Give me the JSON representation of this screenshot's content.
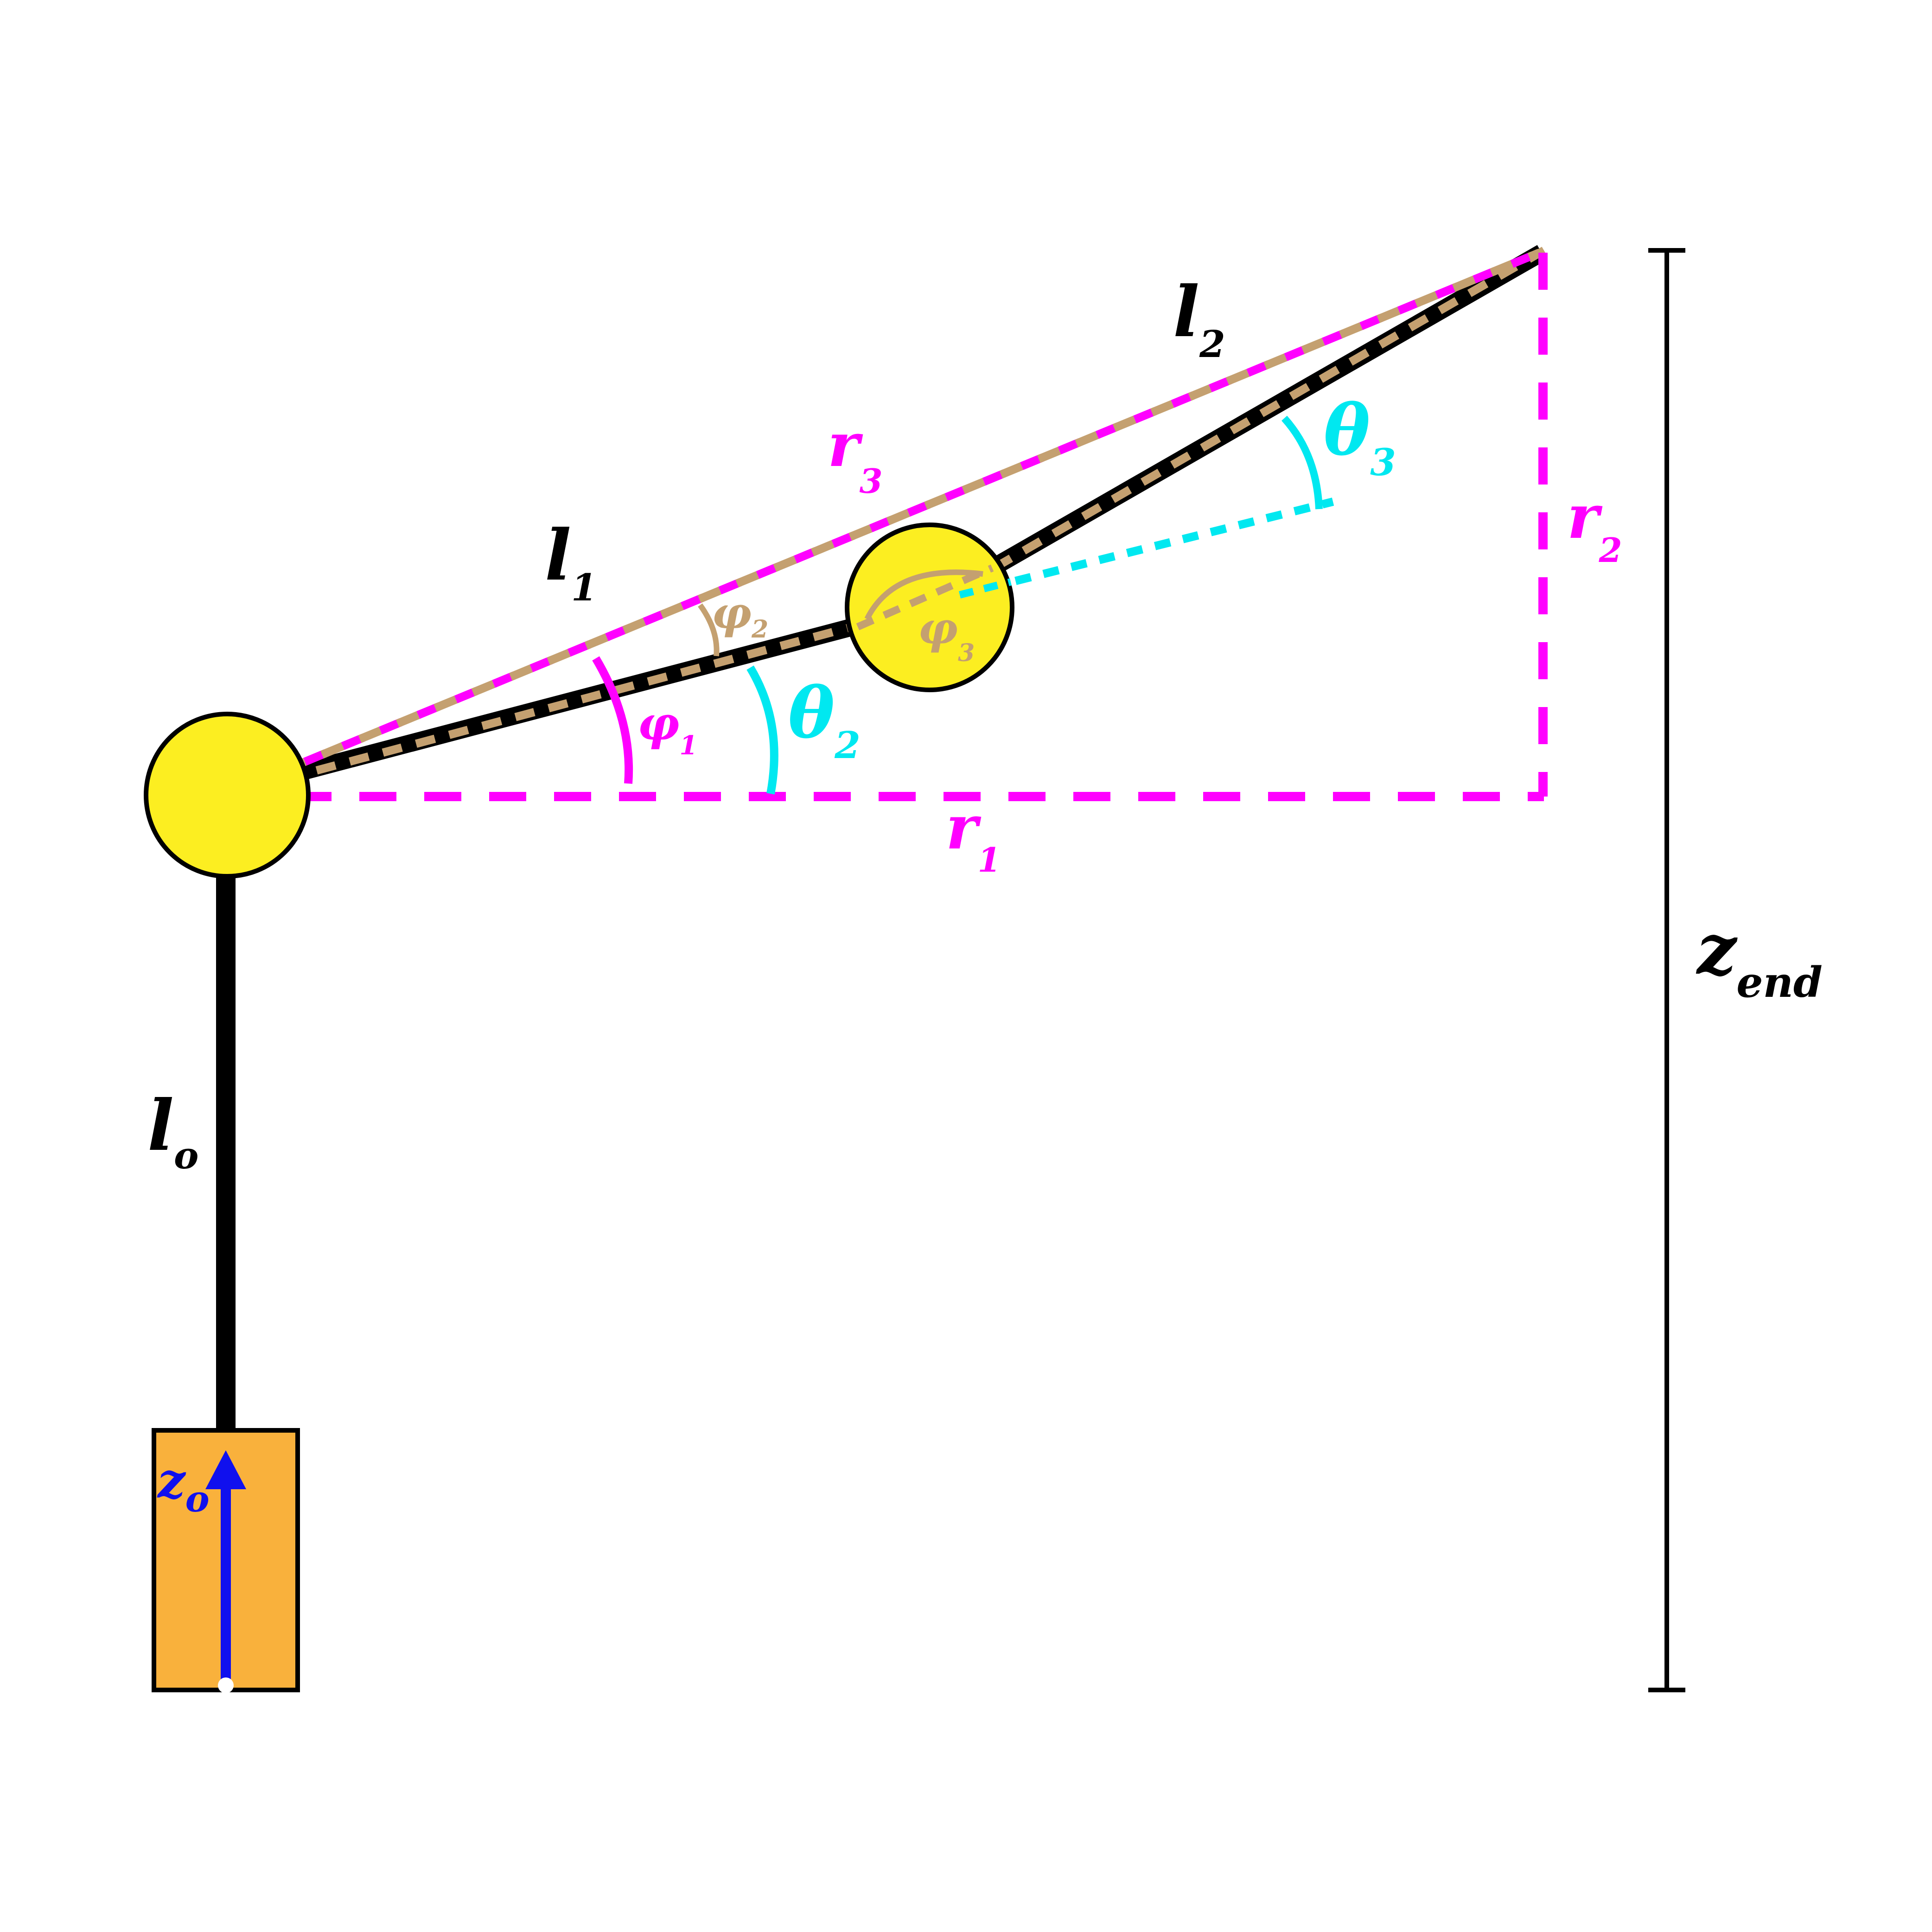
{
  "colors": {
    "link": "#000000",
    "joint_fill": "#fcee21",
    "base_fill": "#f9b13c",
    "base_axis": "#1010ee",
    "radius": "#ff00ff",
    "theta": "#00e8f0",
    "phi_secondary": "#c4a070",
    "dimension": "#000000"
  },
  "labels": {
    "l0": {
      "main": "l",
      "sub": "o"
    },
    "l1": {
      "main": "l",
      "sub": "1"
    },
    "l2": {
      "main": "l",
      "sub": "2"
    },
    "r1": {
      "main": "r",
      "sub": "1"
    },
    "r2": {
      "main": "r",
      "sub": "2"
    },
    "r3": {
      "main": "r",
      "sub": "3"
    },
    "theta2": {
      "main": "θ",
      "sub": "2"
    },
    "theta3": {
      "main": "θ",
      "sub": "3"
    },
    "phi1": {
      "main": "φ",
      "sub": "1"
    },
    "phi2": {
      "main": "φ",
      "sub": "2"
    },
    "phi3": {
      "main": "φ",
      "sub": "3"
    },
    "z0": {
      "main": "z",
      "sub": "o"
    },
    "zend": {
      "main": "z",
      "sub": "end"
    }
  },
  "icons": {
    "base_axis": "up-arrow-icon",
    "joints": "circle-joint-icon"
  }
}
